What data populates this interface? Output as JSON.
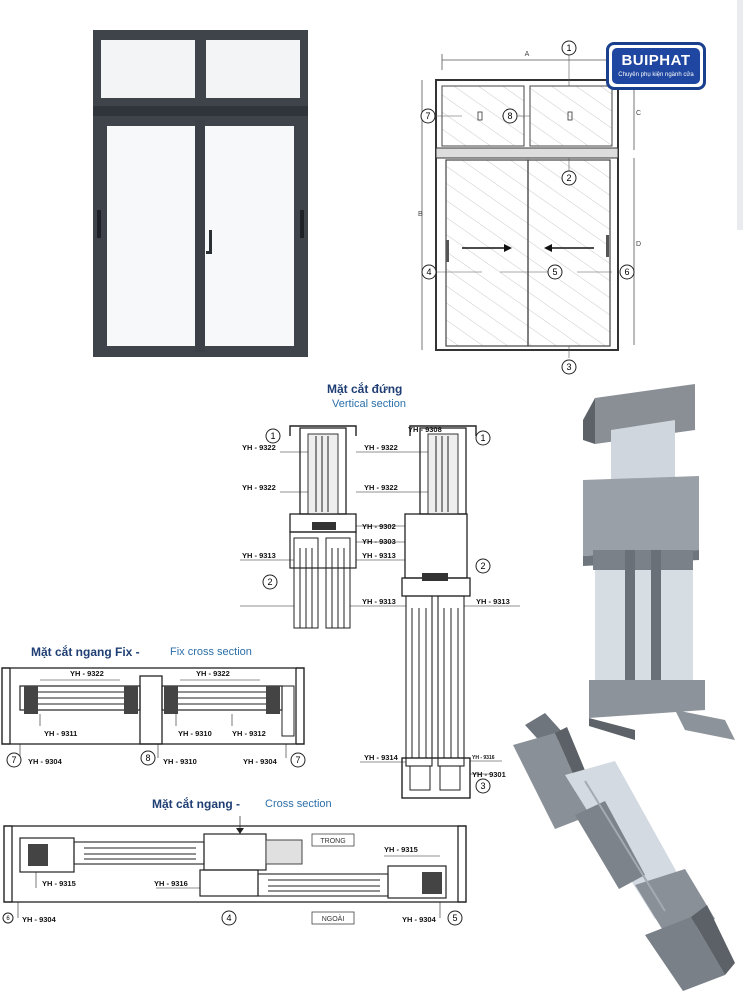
{
  "logo": {
    "name": "BUIPHAT",
    "tagline": "Chuyên phụ kiện ngành cửa"
  },
  "elevation": {
    "dims": {
      "a": "A",
      "b": "B",
      "c": "C",
      "d": "D"
    },
    "callouts": [
      "1",
      "2",
      "3",
      "4",
      "5",
      "6",
      "7",
      "8"
    ]
  },
  "vertical_section": {
    "title": "Mặt cắt đứng",
    "subtitle": "Vertical section",
    "codes": [
      "YH - 9308",
      "YH - 9322",
      "YH - 9322",
      "YH - 9322",
      "YH - 9322",
      "YH - 9302",
      "YH - 9303",
      "YH - 9313",
      "YH - 9313",
      "YH - 9313",
      "YH - 9313",
      "YH - 9314",
      "YH - 9316",
      "YH - 9301"
    ],
    "callouts": [
      "1",
      "1",
      "2",
      "2",
      "3"
    ]
  },
  "fix_section": {
    "title": "Mặt cắt ngang Fix -",
    "subtitle": "Fix cross section",
    "codes": [
      "YH - 9322",
      "YH - 9322",
      "YH - 9311",
      "YH - 9310",
      "YH - 9312",
      "YH - 9304",
      "YH - 9310",
      "YH - 9304"
    ],
    "callouts": [
      "7",
      "8",
      "7"
    ]
  },
  "cross_section": {
    "title": "Mặt cắt ngang -",
    "subtitle": "Cross section",
    "inside_label": "TRONG",
    "outside_label": "NGOÀI",
    "codes": [
      "YH - 9315",
      "YH - 9315",
      "YH - 9316",
      "YH - 9304",
      "YH - 9304"
    ],
    "callouts": [
      "6",
      "4",
      "5"
    ]
  }
}
